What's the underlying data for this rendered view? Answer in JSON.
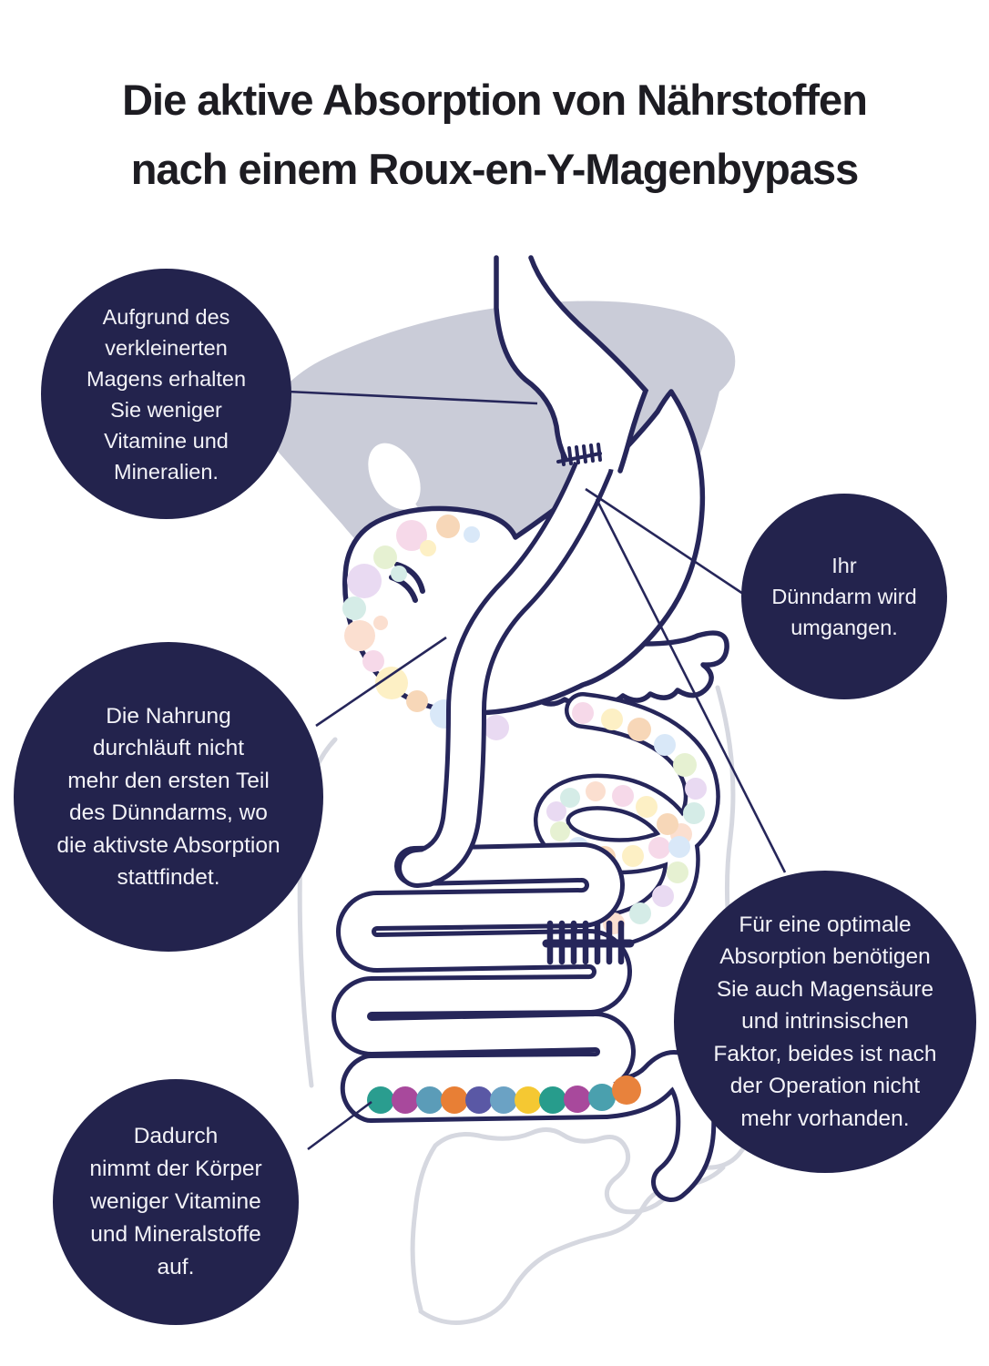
{
  "title": {
    "lines": [
      "Die aktive Absorption von Nährstoffen",
      "nach einem Roux-en-Y-Magenbypass"
    ]
  },
  "bubbles": [
    {
      "id": "smaller-stomach",
      "lines": [
        "Aufgrund des",
        "verkleinerten",
        "Magens erhalten",
        "Sie weniger",
        "Vitamine und",
        "Mineralien."
      ]
    },
    {
      "id": "bypassed-small-intestine",
      "lines": [
        "Ihr",
        "Dünndarm wird",
        "umgangen."
      ]
    },
    {
      "id": "food-path",
      "lines": [
        "Die Nahrung",
        "durchläuft nicht",
        "mehr den ersten Teil",
        "des Dünndarms, wo",
        "die aktivste Absorption",
        "stattfindet."
      ]
    },
    {
      "id": "acid-intrinsic-factor",
      "lines": [
        "Für eine optimale",
        "Absorption benötigen",
        "Sie auch Magensäure",
        "und intrinsischen",
        "Faktor, beides ist nach",
        "der Operation nicht",
        "mehr vorhanden."
      ]
    },
    {
      "id": "less-vitamins-absorbed",
      "lines": [
        "Dadurch",
        "nimmt der Körper",
        "weniger Vitamine",
        "und Mineralstoffe",
        "auf."
      ]
    }
  ],
  "colors": {
    "bubble_navy": "#23234d",
    "outline_navy": "#26265a",
    "title_text": "#1d1c22",
    "bubble_text": "#f3f3f8",
    "liver_gray": "#caccd8",
    "colon_gray": "#d6d8e0",
    "background": "#ffffff",
    "pastel_dots": [
      "#f6d9e9",
      "#fdf0c5",
      "#f7d7b8",
      "#d9e8f8",
      "#e6f1d2",
      "#e9daf2",
      "#d5ece7",
      "#fbdfd0"
    ],
    "absorption_dots": [
      "#2a9d8f",
      "#a8499c",
      "#5b9cb8",
      "#e87f35",
      "#5a58a5",
      "#6ba2c4",
      "#f5c832",
      "#279c8c",
      "#a8499c",
      "#4aa0ae",
      "#e8823c"
    ]
  },
  "illustration": {
    "parts": [
      "liver",
      "gallbladder",
      "esophagus",
      "gastric-pouch",
      "pouch-staple-line",
      "bypassed-stomach",
      "pancreas",
      "bypassed-duodenum",
      "roux-limb",
      "small-intestine-coils",
      "anastomosis-staple-line",
      "active-absorption-segment",
      "colon"
    ]
  }
}
